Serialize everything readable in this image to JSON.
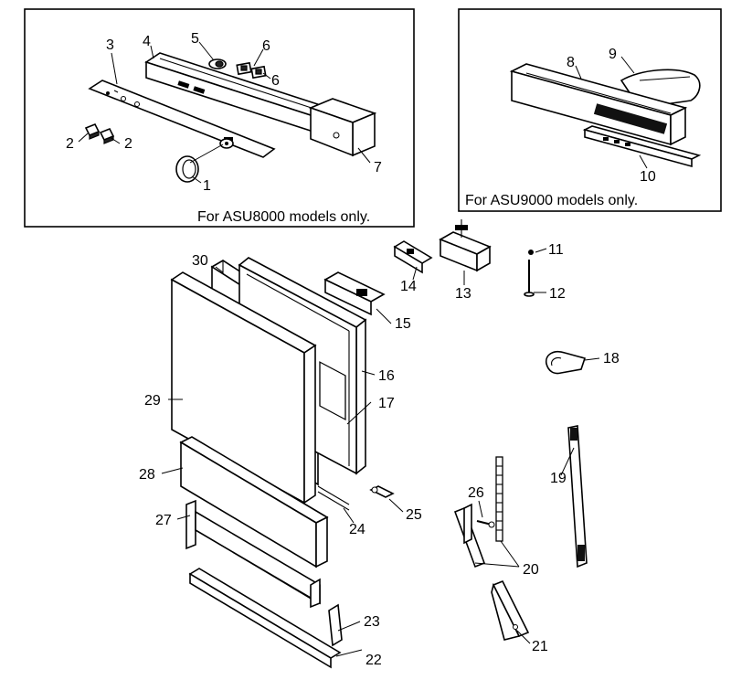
{
  "insets": {
    "left_note": "For ASU8000 models only.",
    "right_note": "For ASU9000 models only."
  },
  "callouts": {
    "c1": "1",
    "c2a": "2",
    "c2b": "2",
    "c3": "3",
    "c4": "4",
    "c5": "5",
    "c6a": "6",
    "c6b": "6",
    "c7": "7",
    "c8": "8",
    "c9": "9",
    "c10": "10",
    "c11": "11",
    "c12": "12",
    "c13": "13",
    "c14": "14",
    "c15": "15",
    "c16": "16",
    "c17": "17",
    "c18": "18",
    "c19": "19",
    "c20": "20",
    "c21": "21",
    "c22": "22",
    "c23": "23",
    "c24": "24",
    "c25": "25",
    "c26": "26",
    "c27": "27",
    "c28": "28",
    "c29": "29",
    "c30": "30"
  }
}
